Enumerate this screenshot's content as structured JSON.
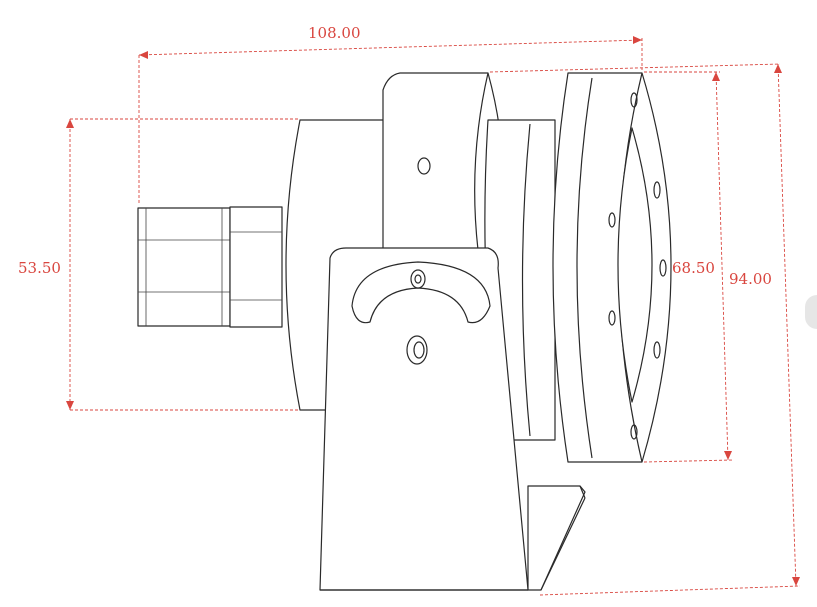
{
  "dimensions": {
    "overall_length": "108.00",
    "body_diameter": "53.50",
    "flange_inner": "68.50",
    "flange_outer": "94.00"
  },
  "colors": {
    "dimension": "#d9463f",
    "outline": "#2a2a2a",
    "background": "#ffffff"
  }
}
